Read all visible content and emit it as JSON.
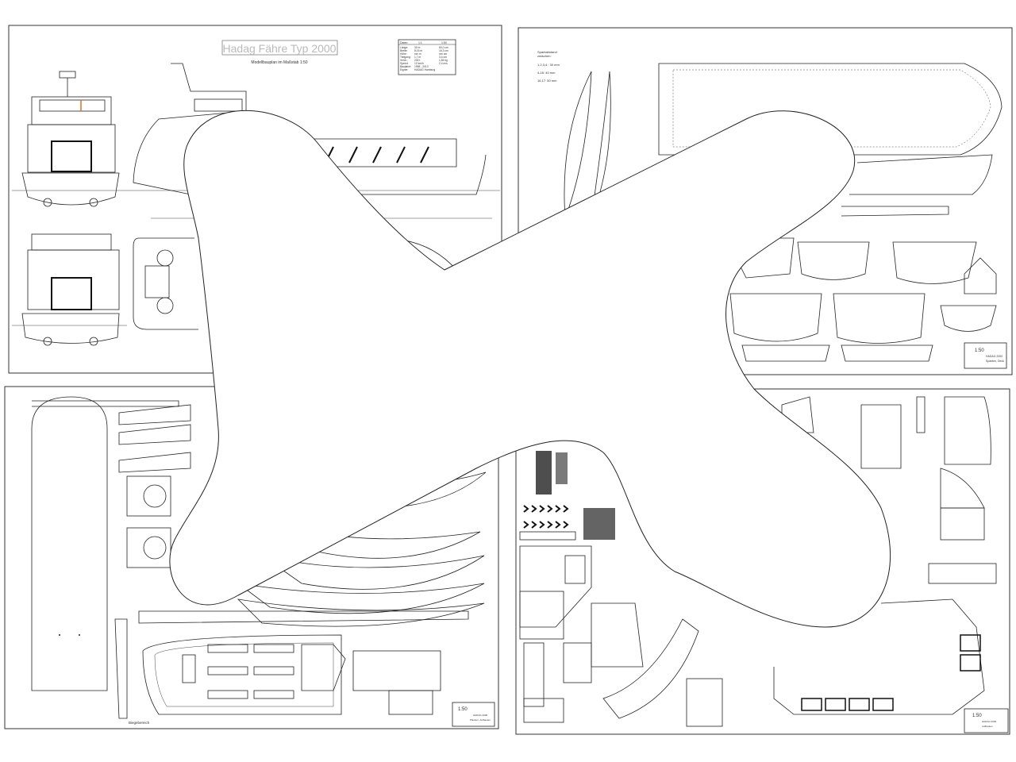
{
  "sheet1": {
    "title": "Hadag Fähre Typ 2000",
    "subtitle": "Modellbauplan im Maßstab 1:50",
    "spec_table": {
      "header": [
        "Daten:",
        "1:1",
        "1:50"
      ],
      "rows": [
        [
          "Länge:",
          "30 m",
          "60,0 cm"
        ],
        [
          "Breite:",
          "8,15 m",
          "16,3 cm"
        ],
        [
          "Höhe:",
          "xxx m",
          "xxx cm"
        ],
        [
          "Tiefgang:",
          "1,7 m",
          "3,4 cm"
        ],
        [
          "Verdr.:",
          "230 t",
          "1,84 kg"
        ],
        [
          "Speed:",
          "12 km/h",
          "2,4 m/s"
        ],
        [
          "Baujahre:",
          "1998 - 2013",
          ""
        ],
        [
          "Eigner:",
          "HADAG Hamburg",
          ""
        ]
      ]
    }
  },
  "sheet2": {
    "notes": [
      "Spantabstand",
      "zwischen:",
      "1,2,3,4 : 30 mm",
      "4-16: 40 mm",
      "16,17: 50 mm"
    ],
    "title_block": {
      "scale": "1:50",
      "name": "HADAG 2000",
      "part": "Spanten, Deck"
    }
  },
  "sheet3": {
    "label": "Biegebereich",
    "title_block": {
      "scale": "1:50",
      "name": "HADAG 2000",
      "part": "Planken, Aufbauten"
    }
  },
  "sheet4": {
    "title_block": {
      "scale": "1:50",
      "name": "HADAG 2000",
      "part": "Aufbauten"
    }
  }
}
